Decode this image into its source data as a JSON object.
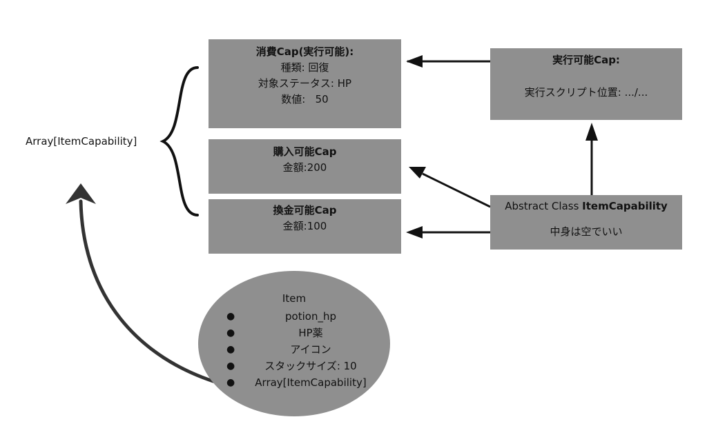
{
  "array_label": "Array[ItemCapability]",
  "consume": {
    "title": "消費Cap(実行可能):",
    "lines": [
      "種類: 回復",
      "対象ステータス: HP",
      "数値:   50"
    ]
  },
  "buy": {
    "title": "購入可能Cap",
    "lines": [
      "金額:200"
    ]
  },
  "exchange": {
    "title": "換金可能Cap",
    "lines": [
      "金額:100"
    ]
  },
  "exec": {
    "title": "実行可能Cap:",
    "lines": [
      "実行スクリプト位置: .../..."
    ]
  },
  "abstract": {
    "prefix": "Abstract Class ",
    "name": "ItemCapability",
    "note": "中身は空でいい"
  },
  "item": {
    "title": "Item",
    "fields": [
      "potion_hp",
      "HP薬",
      "アイコン",
      "スタックサイズ: 10",
      "Array[ItemCapability]"
    ]
  },
  "colors": {
    "box": "#8f8f8f",
    "arrow": "#111111",
    "curve": "#333333"
  }
}
